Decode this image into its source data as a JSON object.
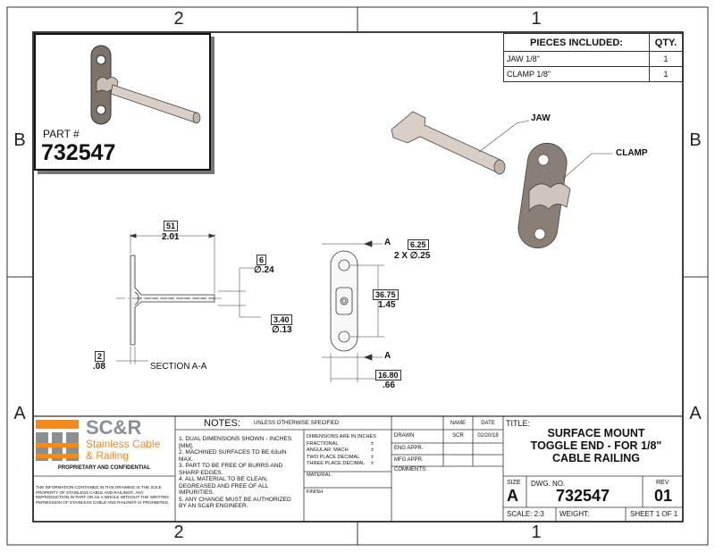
{
  "zones": {
    "top": [
      "2",
      "1"
    ],
    "bottom": [
      "2",
      "1"
    ],
    "left": [
      "B",
      "A"
    ],
    "right": [
      "B",
      "A"
    ]
  },
  "part_box": {
    "label": "PART #",
    "number": "732547"
  },
  "pieces": {
    "header": {
      "name": "PIECES INCLUDED:",
      "qty": "QTY."
    },
    "rows": [
      {
        "name": "JAW 1/8\"",
        "qty": "1"
      },
      {
        "name": "CLAMP 1/8\"",
        "qty": "1"
      }
    ]
  },
  "callouts": {
    "jaw": "JAW",
    "clamp": "CLAMP"
  },
  "section": {
    "label": "SECTION A-A",
    "dim_width_mm": "51",
    "dim_width_in": "2.01",
    "dim_hole_mm": "6",
    "dim_hole_in": ".24",
    "dim_rod_mm": "3.40",
    "dim_rod_in": ".13",
    "dim_thick_mm": "2",
    "dim_thick_in": ".08",
    "dia": "∅"
  },
  "front": {
    "section_mark": "A",
    "holes_mm": "6.25",
    "holes_in": "2 X ∅.25",
    "spacing_mm": "36.75",
    "spacing_in": "1.45",
    "width_mm": "16.80",
    "width_in": ".66"
  },
  "logo": {
    "short": "SC&R",
    "line1": "Stainless Cable",
    "line2": "& Railing",
    "colors": {
      "orange": "#f28a1c",
      "gray": "#8a8f96"
    }
  },
  "proprietary": {
    "title": "PROPRIETARY AND CONFIDENTIAL",
    "text": "THE INFORMATION CONTAINED IN THIS DRAWING IS THE SOLE PROPERTY OF STAINLESS CABLE AND RAILING®. ANY REPRODUCTION IN PART OR AS A WHOLE WITHOUT THE WRITTEN PERMISSION OF STAINLESS CABLE AND RAILING® IS PROHIBITED."
  },
  "notes": {
    "title": "NOTES:",
    "subtitle": "UNLESS OTHERWISE SPECIFIED",
    "items": [
      "1. DUAL DIMENSIONS SHOWN - INCHES [MM].",
      "2. MACHINED SURFACES TO BE 63uIN MAX.",
      "3. PART TO BE FREE OF BURRS AND SHARP EDGES.",
      "4. ALL MATERIAL TO BE CLEAN, DEGREASED AND FREE OF ALL IMPURITIES.",
      "5. ANY CHANGE MUST BE AUTHORIZED BY AN SC&R ENGINEER."
    ]
  },
  "tolerances": {
    "line1": "DIMENSIONS ARE IN INCHES",
    "line2": "FRACTIONAL",
    "line3": "ANGULAR: MACH",
    "line4": "TWO PLACE DECIMAL",
    "line5": "THREE PLACE DECIMAL",
    "pm": "±",
    "material": "MATERIAL",
    "finish": "FINISH"
  },
  "approvals": {
    "name_hdr": "NAME",
    "date_hdr": "DATE",
    "drawn": "DRAWN",
    "drawn_name": "SCR",
    "drawn_date": "02/20/18",
    "eng": "ENG APPR.",
    "mfg": "MFG APPR.",
    "comments": "COMMENTS:"
  },
  "title_block": {
    "title_lbl": "TITLE:",
    "title": [
      "SURFACE MOUNT",
      "TOGGLE END - FOR 1/8\"",
      "CABLE RAILING"
    ],
    "size_lbl": "SIZE",
    "size": "A",
    "dwg_lbl": "DWG. NO.",
    "dwg": "732547",
    "rev_lbl": "REV",
    "rev": "01",
    "scale": "SCALE: 2:3",
    "weight": "WEIGHT:",
    "sheet": "SHEET 1 OF 1"
  }
}
